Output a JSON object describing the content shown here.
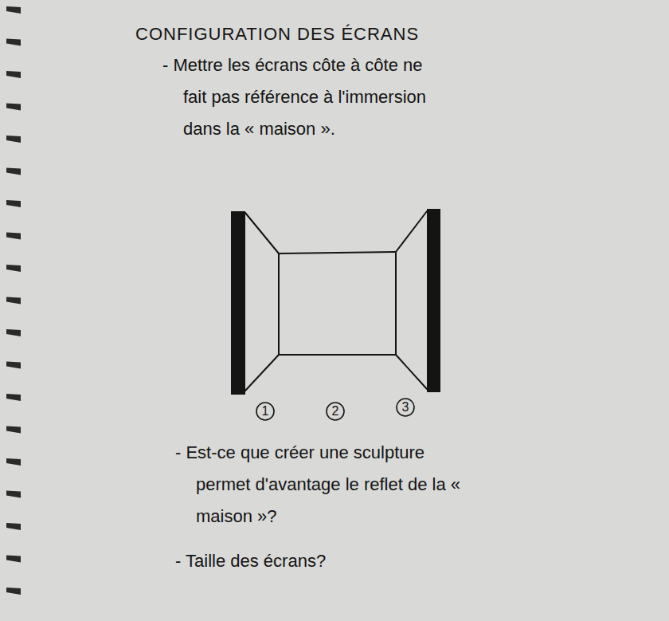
{
  "diagram": {
    "title": "CONFIGURATION DES ÉCRANS",
    "labels": [
      "- Mettre les écrans côte à côte ne fait pas référence à l'immersion dans la « maison ».",
      "1",
      "2",
      "3",
      "- Est-ce que créer une sculpture permet d'avantage le reflet de la « maison »?",
      "- Taille des écrans?"
    ]
  }
}
